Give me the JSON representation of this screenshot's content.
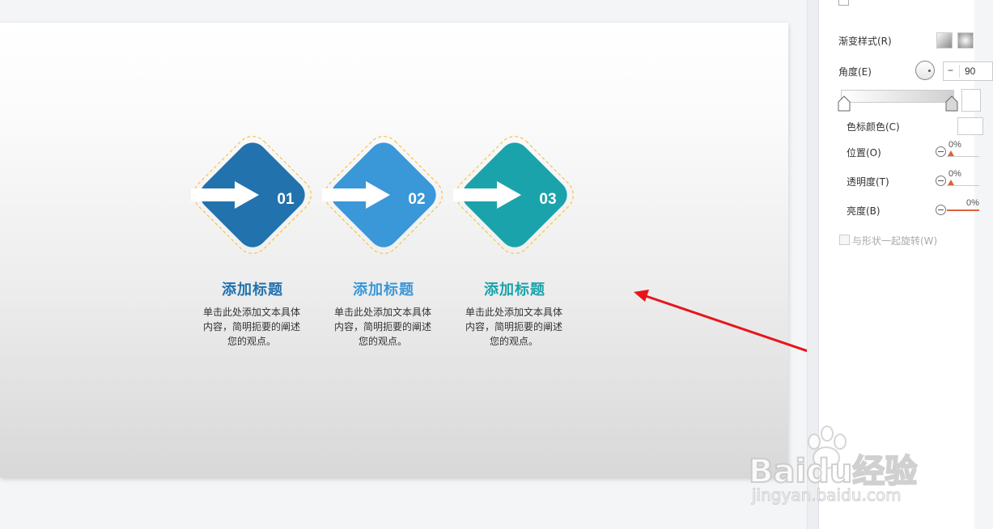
{
  "slide": {
    "steps": [
      {
        "number": "01",
        "title": "添加标题",
        "desc_lines": [
          "单击此处添加文本具体",
          "内容，简明扼要的阐述",
          "您的观点。"
        ],
        "color": "#2272ad"
      },
      {
        "number": "02",
        "title": "添加标题",
        "desc_lines": [
          "单击此处添加文本具体",
          "内容，简明扼要的阐述",
          "您的观点。"
        ],
        "color": "#3a97d8"
      },
      {
        "number": "03",
        "title": "添加标题",
        "desc_lines": [
          "单击此处添加文本具体",
          "内容，简明扼要的阐述",
          "您的观点。"
        ],
        "color": "#1ba3ab"
      }
    ],
    "outline_color": "#f3c64a"
  },
  "annotation": {
    "arrow_color": "#e8141b"
  },
  "panel": {
    "gradient_style_label": "渐变样式(R)",
    "angle_label": "角度(E)",
    "angle_minus": "−",
    "angle_value": "90",
    "stop_color_label": "色标颜色(C)",
    "position_label": "位置(O)",
    "position_value": "0%",
    "transparency_label": "透明度(T)",
    "transparency_value": "0%",
    "brightness_label": "亮度(B)",
    "brightness_value": "0%",
    "rotate_with_shape_label": "与形状一起旋转(W)",
    "accent_color": "#e0613a"
  },
  "watermark": {
    "brand": "Baidu经验",
    "url": "jingyan.baidu.com"
  }
}
